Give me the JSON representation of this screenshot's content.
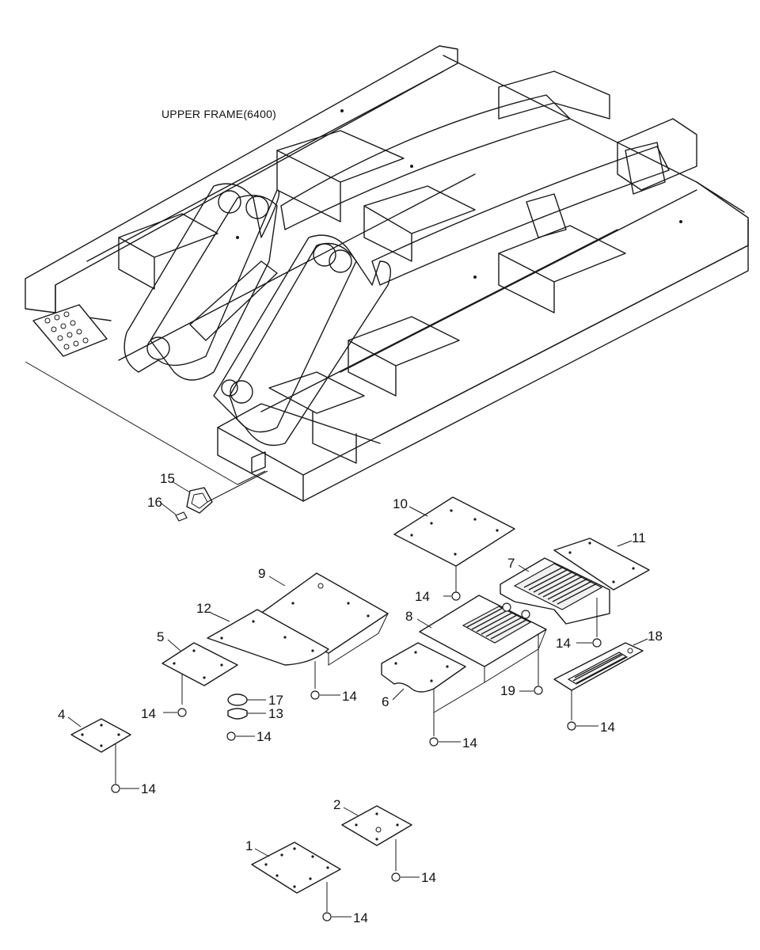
{
  "title": "UPPER FRAME(6400)",
  "callouts": {
    "p1": "1",
    "p2": "2",
    "p4": "4",
    "p5": "5",
    "p6": "6",
    "p7": "7",
    "p8": "8",
    "p9": "9",
    "p10": "10",
    "p11": "11",
    "p12": "12",
    "p13": "13",
    "p15": "15",
    "p16": "16",
    "p17": "17",
    "p18": "18",
    "p19": "19",
    "bolt": "14"
  }
}
